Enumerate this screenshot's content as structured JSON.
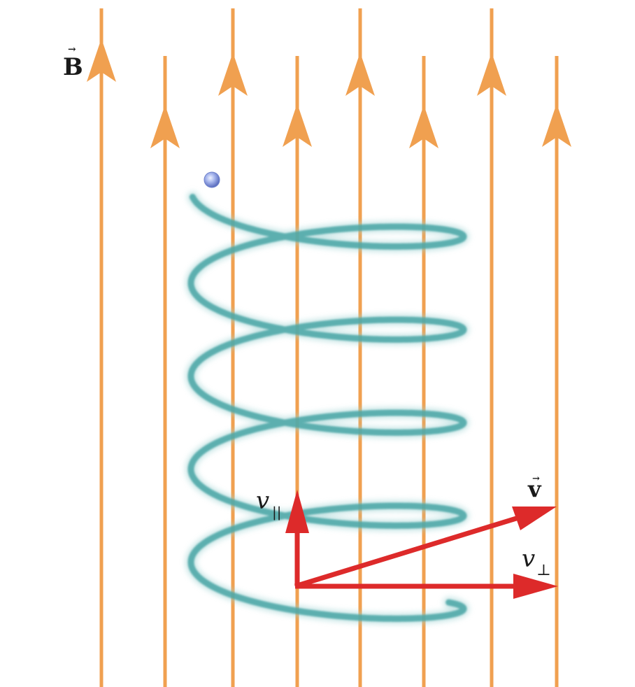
{
  "colors": {
    "field_lines": "#f0a050",
    "helix": "#4aa6a6",
    "helix_glow": "#9fd3d3",
    "vectors": "#dd2a2a",
    "particle": "#8ea4e6",
    "text": "#1a1a1a"
  },
  "labels": {
    "field": {
      "symbol": "B",
      "accent": "→"
    },
    "velocity": {
      "symbol": "v",
      "accent": "→"
    },
    "v_parallel": {
      "symbol": "v",
      "subscript": "||"
    },
    "v_perp": {
      "symbol": "v",
      "subscript": "⊥"
    }
  }
}
